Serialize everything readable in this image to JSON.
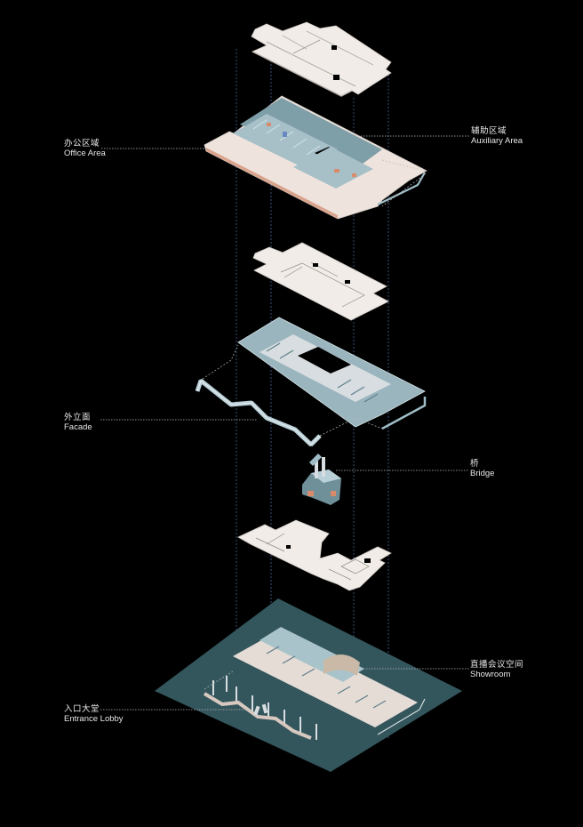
{
  "diagram": {
    "type": "exploded-axonometric",
    "background": "#000000",
    "colors": {
      "slab": "#f1ece7",
      "slab_edge": "#cfc8c1",
      "wall": "#9fbcc6",
      "wall_dark": "#5e7f8a",
      "floor_warm": "#eadfd8",
      "base_plate": "#33555c",
      "guide_line": "#3b4f7a",
      "leader_line": "#bbbbbb",
      "label_text": "#e6e6e6",
      "accent_orange": "#d98a6a"
    },
    "layers": [
      {
        "id": "roof-slab",
        "kind": "slab"
      },
      {
        "id": "office-floor",
        "kind": "floor-plan"
      },
      {
        "id": "slab-2",
        "kind": "slab"
      },
      {
        "id": "facade-floor",
        "kind": "floor-plan"
      },
      {
        "id": "bridge",
        "kind": "object"
      },
      {
        "id": "slab-1",
        "kind": "slab"
      },
      {
        "id": "ground-floor",
        "kind": "floor-plan"
      }
    ]
  },
  "labels": {
    "office_area": {
      "zh": "办公区域",
      "en": "Office Area"
    },
    "auxiliary_area": {
      "zh": "辅助区域",
      "en": "Auxiliary Area"
    },
    "facade": {
      "zh": "外立面",
      "en": "Facade"
    },
    "bridge": {
      "zh": "桥",
      "en": "Bridge"
    },
    "showroom": {
      "zh": "直播会议空间",
      "en": "Showroom"
    },
    "entrance_lobby": {
      "zh": "入口大堂",
      "en": "Entrance Lobby"
    }
  }
}
